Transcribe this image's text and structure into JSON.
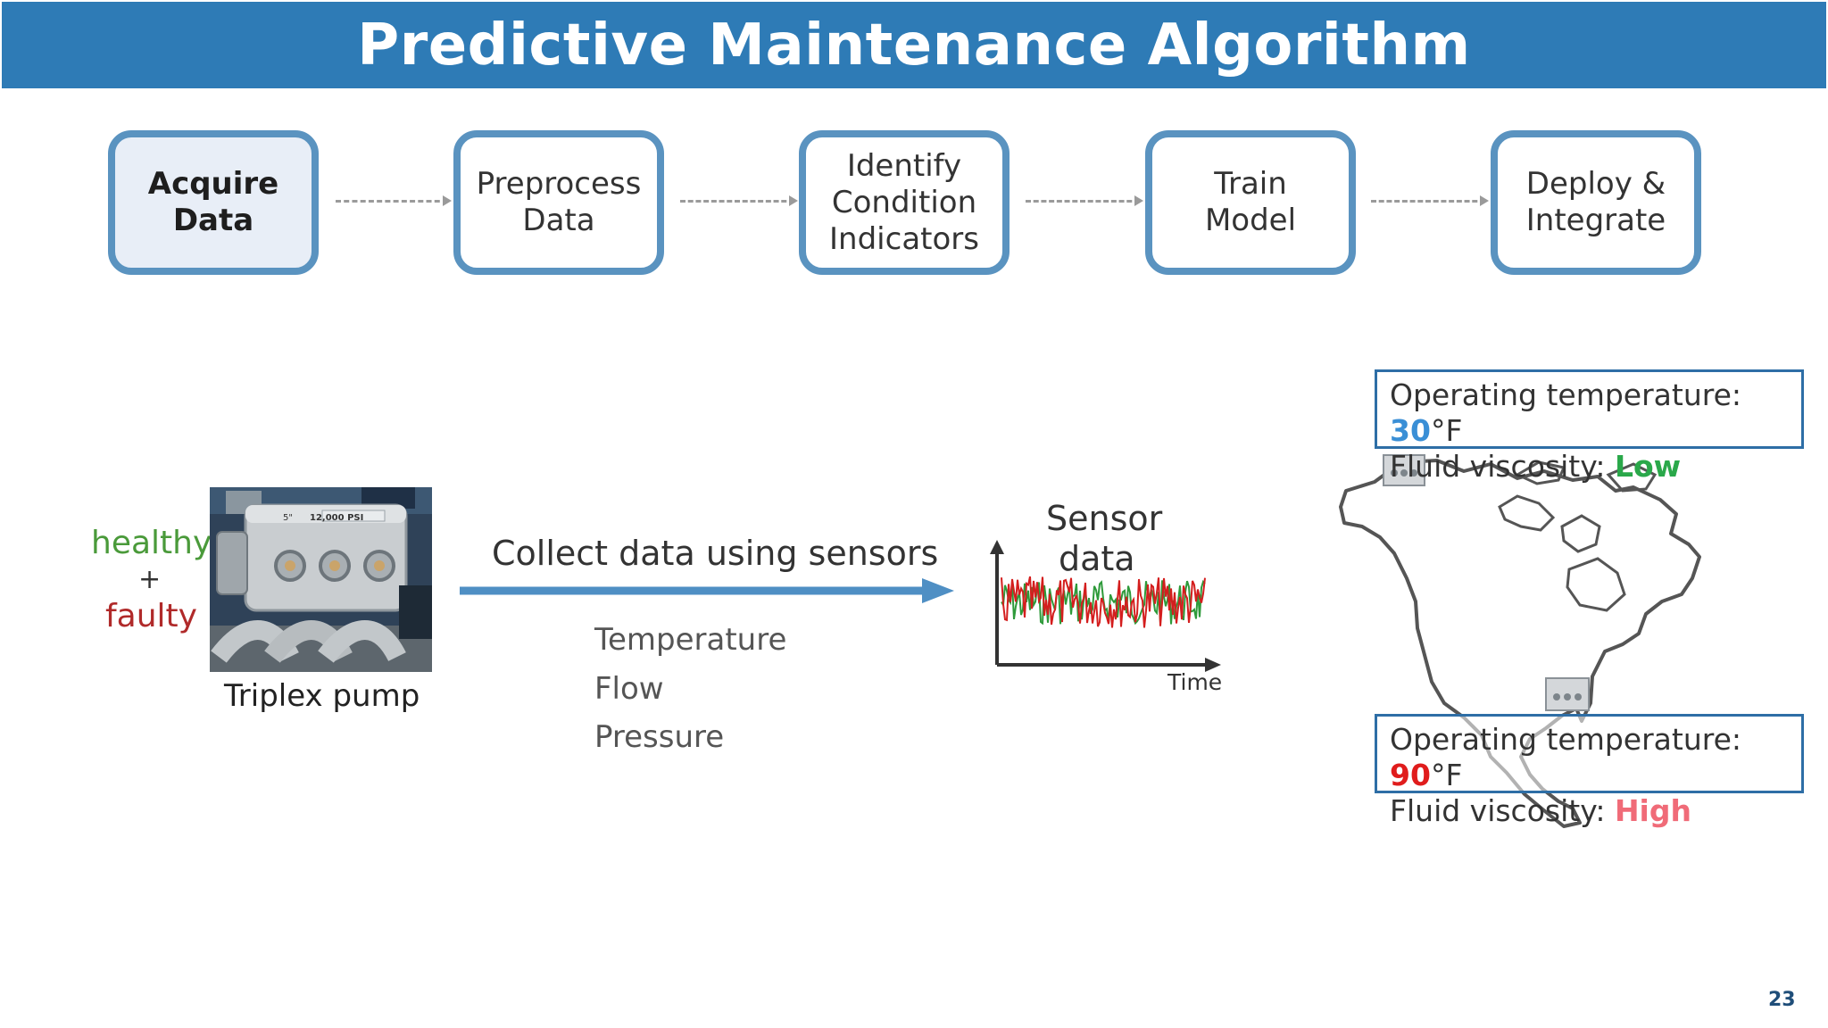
{
  "title": "Predictive Maintenance Algorithm",
  "steps": [
    {
      "label": "Acquire\nData",
      "active": true
    },
    {
      "label": "Preprocess\nData",
      "active": false
    },
    {
      "label": "Identify\nCondition\nIndicators",
      "active": false
    },
    {
      "label": "Train\nModel",
      "active": false
    },
    {
      "label": "Deploy &\nIntegrate",
      "active": false
    }
  ],
  "pump": {
    "healthy": "healthy",
    "plus": "+",
    "faulty": "faulty",
    "caption": "Triplex pump",
    "plate_size": "5\"",
    "plate_psi": "12,000 PSI"
  },
  "collect": {
    "label": "Collect data using sensors",
    "sensors": [
      "Temperature",
      "Flow",
      "Pressure"
    ]
  },
  "sensor_plot": {
    "title_line1": "Sensor",
    "title_line2": "data",
    "xlabel": "Time"
  },
  "conditions": [
    {
      "temp_label": "Operating temperature: ",
      "temp_value": "30",
      "temp_unit": "°F",
      "visc_label": "Fluid viscosity: ",
      "visc_value": "Low"
    },
    {
      "temp_label": "Operating temperature: ",
      "temp_value": "90",
      "temp_unit": "°F",
      "visc_label": "Fluid viscosity: ",
      "visc_value": "High"
    }
  ],
  "colors": {
    "banner": "#2e7bb6",
    "box_border": "#5a93c0",
    "healthy": "#4a9a3a",
    "faulty": "#b02a2a",
    "cold_value": "#3a8fd6",
    "low_value": "#2aa84a",
    "hot_value": "#e01c1c",
    "high_value": "#f06b78"
  },
  "page_number": "23"
}
